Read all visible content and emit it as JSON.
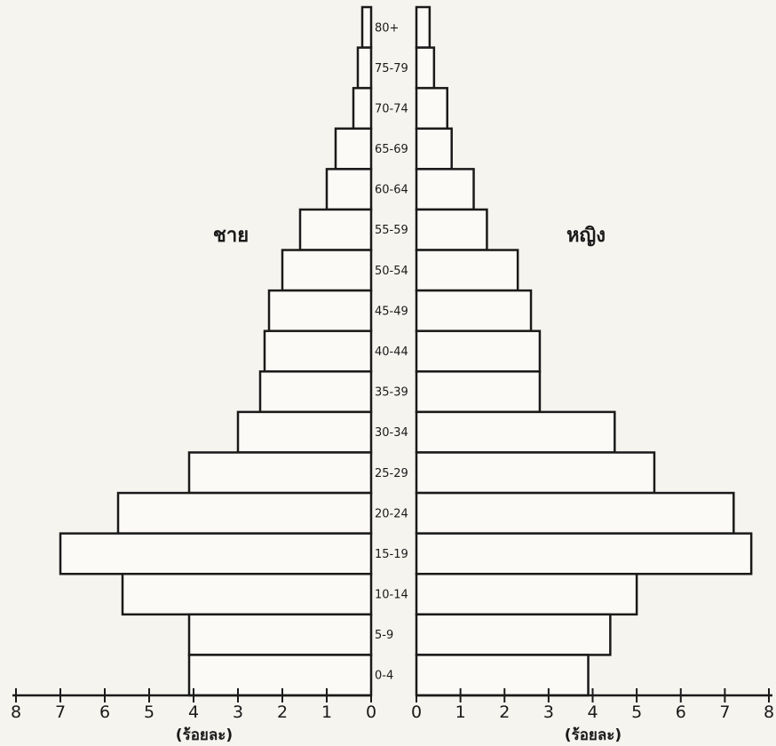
{
  "chart_data": {
    "type": "bar",
    "orientation": "horizontal",
    "categories": [
      "80+",
      "75-79",
      "70-74",
      "65-69",
      "60-64",
      "55-59",
      "50-54",
      "45-49",
      "40-44",
      "35-39",
      "30-34",
      "25-29",
      "20-24",
      "15-19",
      "10-14",
      "5-9",
      "0-4"
    ],
    "series": [
      {
        "name": "ชาย",
        "values": [
          0.2,
          0.3,
          0.4,
          0.8,
          1.0,
          1.6,
          2.0,
          2.3,
          2.4,
          2.5,
          3.0,
          4.1,
          5.7,
          7.0,
          5.6,
          4.1,
          4.1
        ]
      },
      {
        "name": "หญิง",
        "values": [
          0.3,
          0.4,
          0.7,
          0.8,
          1.3,
          1.6,
          2.3,
          2.6,
          2.8,
          2.8,
          4.5,
          5.4,
          7.2,
          7.6,
          5.0,
          4.4,
          3.9
        ]
      }
    ],
    "xlabel": "(ร้อยละ)",
    "xlim": [
      0,
      8
    ],
    "ticks": [
      "0",
      "1",
      "2",
      "3",
      "4",
      "5",
      "6",
      "7",
      "8"
    ],
    "grid": false,
    "legend": "none"
  }
}
